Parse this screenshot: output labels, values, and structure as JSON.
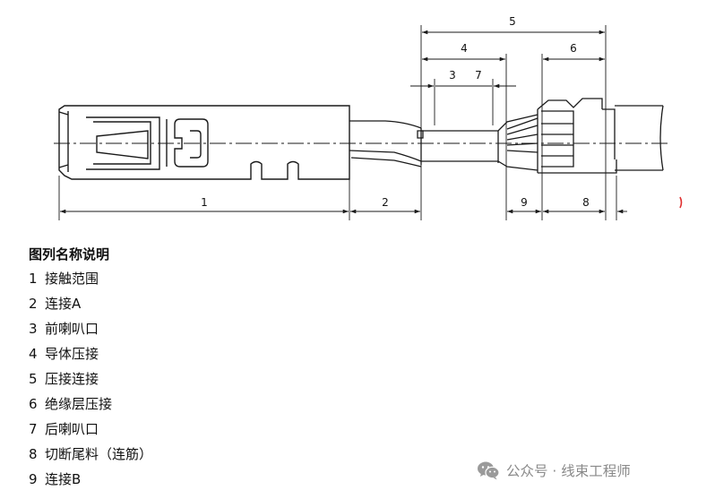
{
  "diagram": {
    "dimension_labels": [
      "1",
      "2",
      "3",
      "4",
      "5",
      "6",
      "7",
      "8",
      "9"
    ]
  },
  "legend": {
    "title": "图列名称说明",
    "items": [
      {
        "num": "1",
        "text": "接触范围"
      },
      {
        "num": "2",
        "text": "连接A"
      },
      {
        "num": "3",
        "text": "前喇叭口"
      },
      {
        "num": "4",
        "text": "导体压接"
      },
      {
        "num": "5",
        "text": "压接连接"
      },
      {
        "num": "6",
        "text": "绝缘层压接"
      },
      {
        "num": "7",
        "text": "后喇叭口"
      },
      {
        "num": "8",
        "text": "切断尾料（连筋）"
      },
      {
        "num": "9",
        "text": "连接B"
      }
    ]
  },
  "watermark": {
    "text": "公众号 · 线束工程师",
    "icon": "wechat-icon"
  },
  "colors": {
    "line": "#1a1a1a",
    "text": "#111111",
    "watermark": "#8a8a8a",
    "accent_mark": "#e03030"
  }
}
